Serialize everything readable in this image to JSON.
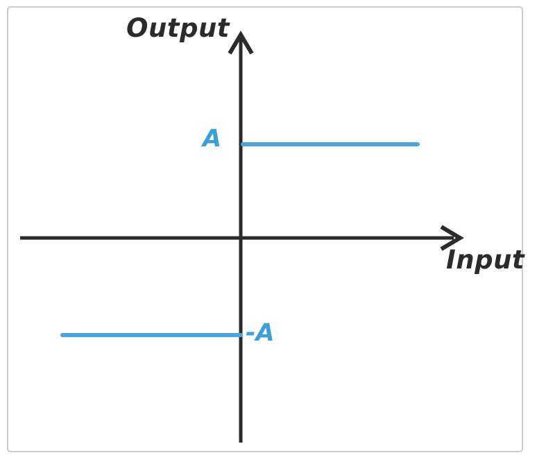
{
  "figure": {
    "description": "Ideal relay (hard limiter) input-output characteristic",
    "labels": {
      "y_axis": "Output",
      "x_axis": "Input",
      "positive_level": "A",
      "negative_level": "-A"
    }
  },
  "colors": {
    "axis": "#2b2b2b",
    "text_dark": "#2b2b2b",
    "line_blue": "#4aa6da",
    "label_blue": "#3d9fd8",
    "frame_border": "#cccccc",
    "background": "#ffffff"
  },
  "chart_data": {
    "type": "line",
    "subtype": "step (ideal relay / hard limiter characteristic)",
    "title": "",
    "xlabel": "Input",
    "ylabel": "Output",
    "grid": false,
    "legend": false,
    "axes": {
      "x_range_shown": [
        -3.3,
        3.3
      ],
      "y_range_shown": [
        -2.2,
        2.2
      ],
      "arrows": [
        "x-positive-end",
        "y-positive-end"
      ],
      "y_tick_labels": [
        "A",
        "-A"
      ],
      "x_tick_labels": [],
      "units": "arbitrary (A = saturation amplitude)"
    },
    "series": [
      {
        "name": "output-characteristic",
        "color": "#4aa6da",
        "segments": [
          {
            "description": "output = -A for input < 0",
            "points": [
              [
                -2.7,
                -1
              ],
              [
                0,
                -1
              ]
            ],
            "level_label": "-A"
          },
          {
            "description": "output = +A for input > 0",
            "points": [
              [
                0,
                1
              ],
              [
                2.65,
                1
              ]
            ],
            "level_label": "A"
          }
        ]
      }
    ]
  }
}
